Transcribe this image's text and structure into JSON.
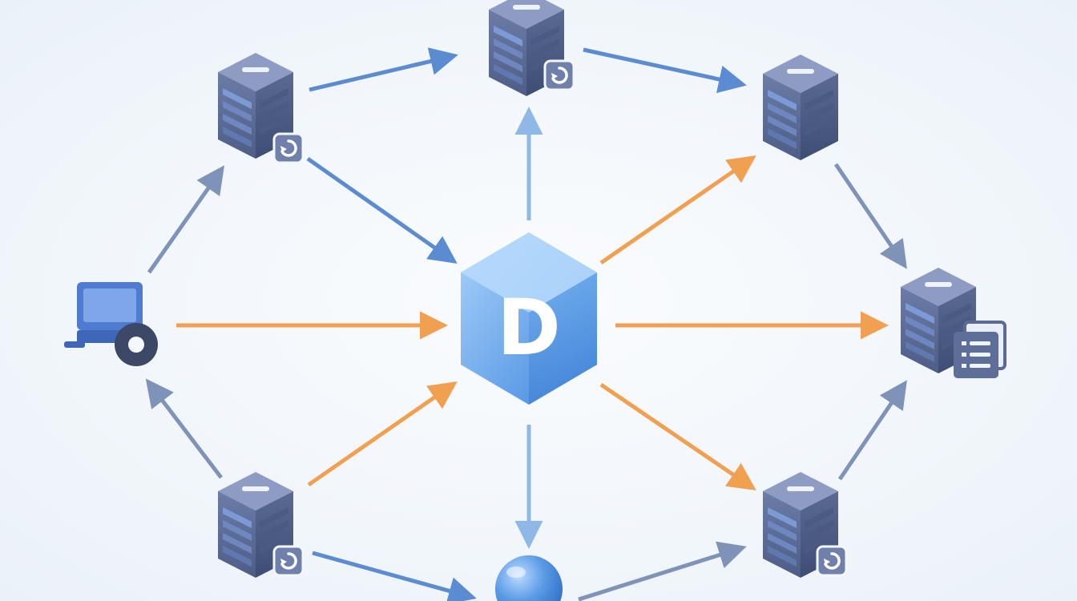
{
  "hub": {
    "letter": "D",
    "icon": "cube-icon"
  },
  "colors": {
    "blue_arrow": "#5b8bd0",
    "light_blue_arrow": "#8fb8e6",
    "gray_blue_arrow": "#7f93b8",
    "orange_arrow": "#f0a050",
    "server_body": "#5d6f99",
    "server_top": "#8e9cc4",
    "hub_blue": "#5ea2e8",
    "background": "#f4f8fc"
  },
  "nodes": [
    {
      "id": "server-top-left",
      "icon": "server-icon",
      "badge": "sync-badge-icon"
    },
    {
      "id": "server-top-center",
      "icon": "server-icon",
      "badge": "sync-badge-icon"
    },
    {
      "id": "server-top-right",
      "icon": "server-icon",
      "badge": "none"
    },
    {
      "id": "client-left",
      "icon": "computer-with-disk-icon"
    },
    {
      "id": "server-right",
      "icon": "server-icon",
      "badge": "document-list-icon"
    },
    {
      "id": "server-bottom-left",
      "icon": "server-icon",
      "badge": "sync-badge-icon"
    },
    {
      "id": "server-bottom-right",
      "icon": "server-icon",
      "badge": "sync-badge-icon"
    },
    {
      "id": "sphere-bottom",
      "icon": "sphere-icon"
    }
  ]
}
